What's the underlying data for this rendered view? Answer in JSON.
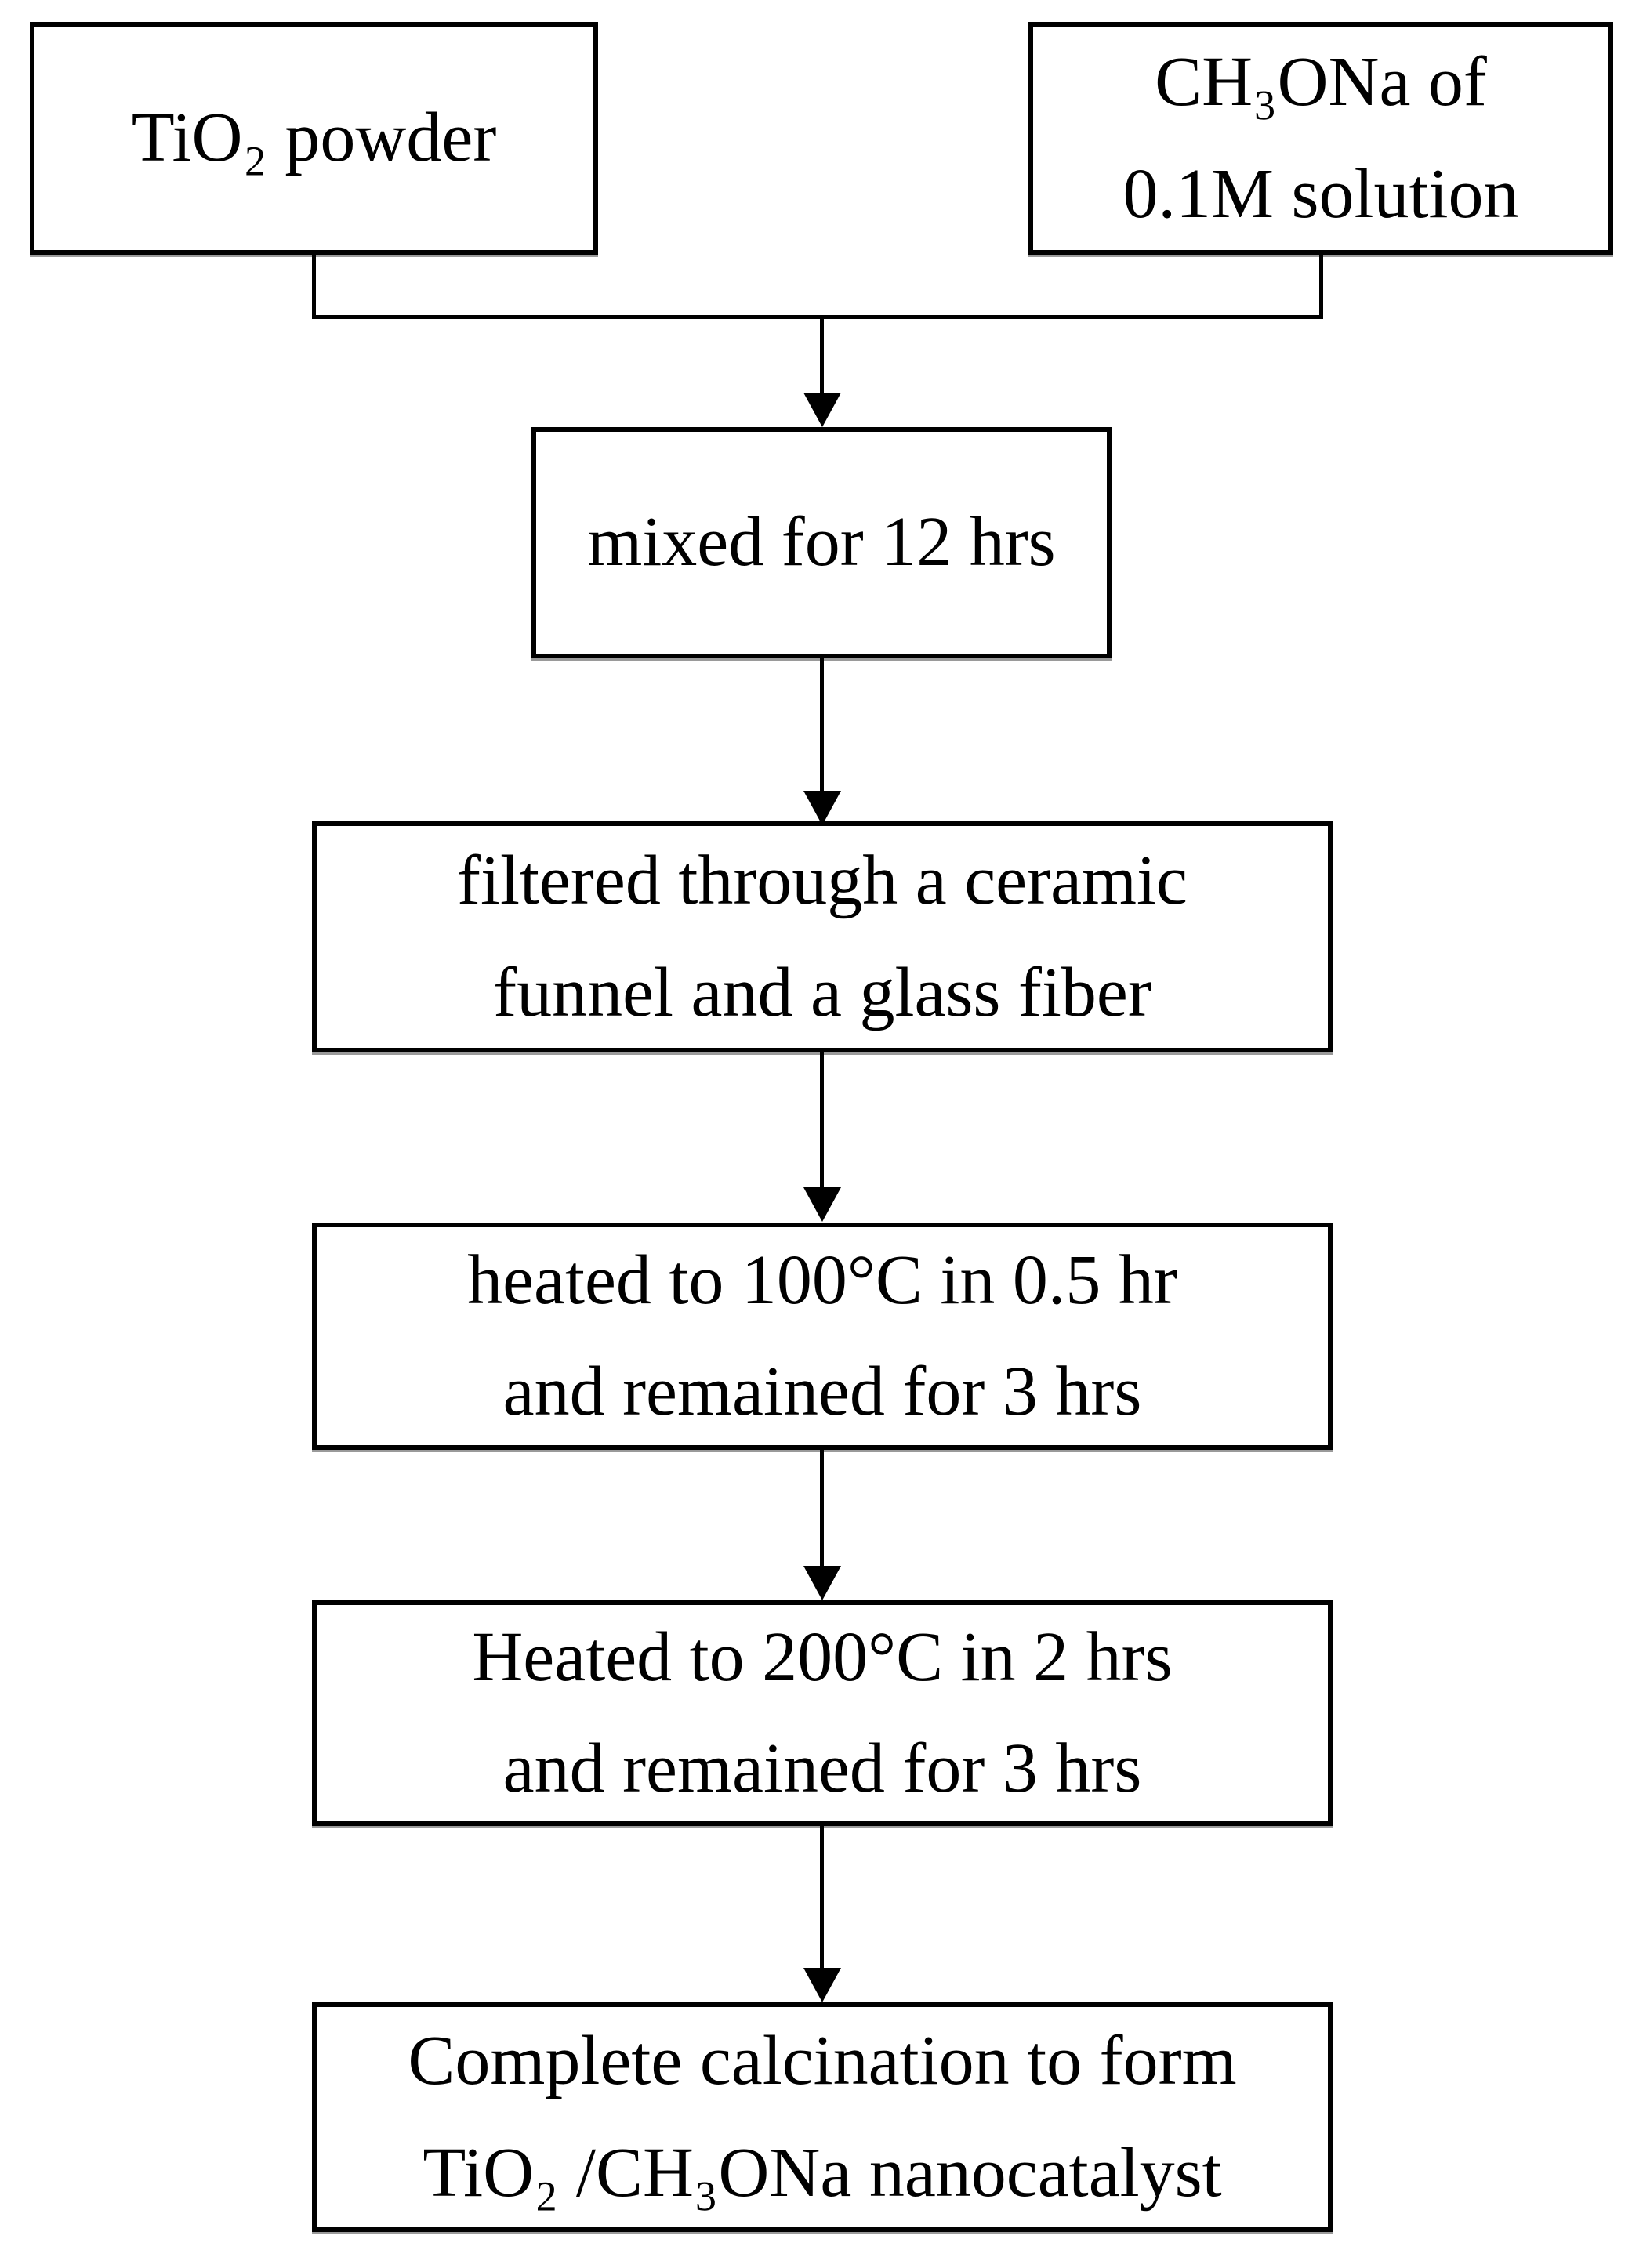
{
  "diagram": {
    "type": "flowchart",
    "colors": {
      "line": "#000000",
      "box_border": "#000000",
      "background": "#ffffff",
      "text": "#000000"
    },
    "nodes": [
      {
        "id": "tio2-powder",
        "label": "TiO₂ powder"
      },
      {
        "id": "ch3ona-solution",
        "label": "CH₃ONa of\n0.1M solution"
      },
      {
        "id": "mixed",
        "label": "mixed for 12 hrs"
      },
      {
        "id": "filtered",
        "label": "filtered through a ceramic\nfunnel and a glass fiber"
      },
      {
        "id": "heated-100",
        "label": "heated to 100°C in 0.5 hr\nand remained for 3 hrs"
      },
      {
        "id": "heated-200",
        "label": "Heated to 200°C in 2 hrs\nand remained for 3 hrs"
      },
      {
        "id": "calcination",
        "label": "Complete calcination to form\nTiO₂ /CH₃ONa nanocatalyst"
      }
    ],
    "edges": [
      {
        "from": "tio2-powder",
        "to": "mixed"
      },
      {
        "from": "ch3ona-solution",
        "to": "mixed"
      },
      {
        "from": "mixed",
        "to": "filtered"
      },
      {
        "from": "filtered",
        "to": "heated-100"
      },
      {
        "from": "heated-100",
        "to": "heated-200"
      },
      {
        "from": "heated-200",
        "to": "calcination"
      }
    ]
  }
}
